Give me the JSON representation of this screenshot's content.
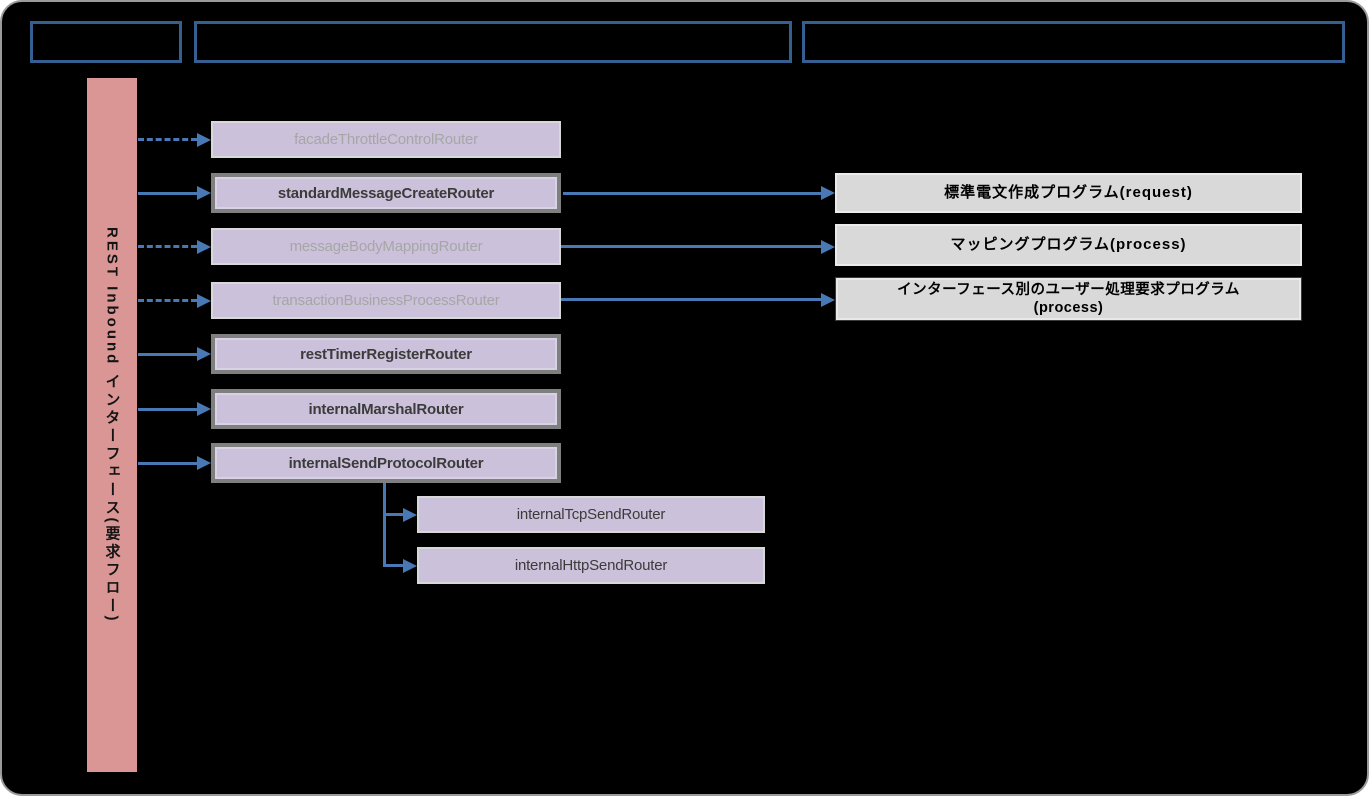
{
  "diagram": {
    "lane": {
      "label": "REST Inbound インターフェース(要求フロー)"
    },
    "routers": [
      {
        "label": "facadeThrottleControlRouter",
        "state": "inactive",
        "arrow_from_lane": "dashed"
      },
      {
        "label": "standardMessageCreateRouter",
        "state": "active",
        "arrow_from_lane": "solid"
      },
      {
        "label": "messageBodyMappingRouter",
        "state": "inactive",
        "arrow_from_lane": "dashed"
      },
      {
        "label": "transactionBusinessProcessRouter",
        "state": "inactive",
        "arrow_from_lane": "dashed"
      },
      {
        "label": "restTimerRegisterRouter",
        "state": "active",
        "arrow_from_lane": "solid"
      },
      {
        "label": "internalMarshalRouter",
        "state": "active",
        "arrow_from_lane": "solid"
      },
      {
        "label": "internalSendProtocolRouter",
        "state": "active",
        "arrow_from_lane": "solid"
      }
    ],
    "sub_routers": [
      {
        "label": "internalTcpSendRouter"
      },
      {
        "label": "internalHttpSendRouter"
      }
    ],
    "programs": [
      {
        "label": "標準電文作成プログラム(request)"
      },
      {
        "label": "マッピングプログラム(process)"
      },
      {
        "label": "インターフェース別のユーザー処理要求プログラム",
        "label2": "(process)"
      }
    ],
    "colors": {
      "background": "#000000",
      "canvas_border": "#9A9A9A",
      "header_border": "#365F91",
      "lane_fill": "#D99694",
      "router_fill": "#CCC1DA",
      "router_border_active": "#7F7F7F",
      "router_border_inactive": "#D8D8D8",
      "router_text_inactive": "#A6A6A6",
      "router_text_active": "#3B3B3B",
      "program_fill": "#D9D9D9",
      "arrow": "#4979B4"
    }
  }
}
